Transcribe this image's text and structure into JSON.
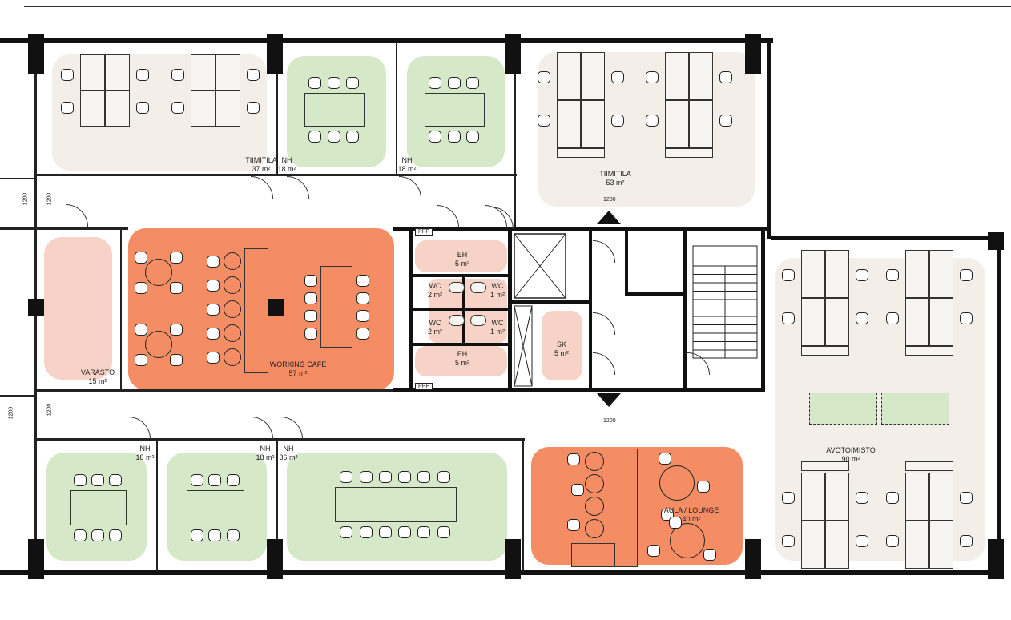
{
  "rooms": {
    "tiimitila_37": {
      "name": "TIIMITILA",
      "area": "37 m²"
    },
    "nh_top_1": {
      "name": "NH",
      "area": "18 m²"
    },
    "nh_top_2": {
      "name": "NH",
      "area": "18 m²"
    },
    "tiimitila_53": {
      "name": "TIIMITILA",
      "area": "53 m²"
    },
    "varasto": {
      "name": "VARASTO",
      "area": "15 m²"
    },
    "working_cafe": {
      "name": "WORKING CAFE",
      "area": "57 m²"
    },
    "eh_top": {
      "name": "EH",
      "area": "5 m²"
    },
    "wc_1": {
      "name": "WC",
      "area": "2 m²"
    },
    "wc_2": {
      "name": "WC",
      "area": "1 m²"
    },
    "wc_3": {
      "name": "WC",
      "area": "2 m²"
    },
    "wc_4": {
      "name": "WC",
      "area": "1 m²"
    },
    "eh_bottom": {
      "name": "EH",
      "area": "5 m²"
    },
    "sk": {
      "name": "SK",
      "area": "5 m²"
    },
    "nh_bottom_1": {
      "name": "NH",
      "area": "18 m²"
    },
    "nh_bottom_2": {
      "name": "NH",
      "area": "18 m²"
    },
    "nh_bottom_3": {
      "name": "NH",
      "area": "36 m²"
    },
    "aula": {
      "name": "AULA / LOUNGE",
      "area": "40 m²"
    },
    "avotoimisto": {
      "name": "AVOTOIMISTO",
      "area": "90 m²"
    }
  },
  "dimensions": {
    "d1": "1200",
    "d2": "1200",
    "d3": "1200",
    "d4": "1200",
    "d5": "1200",
    "d6": "1200"
  },
  "tags": {
    "ppp_top": "PPP",
    "ppp_bottom": "PPP"
  },
  "colors": {
    "team": "#f4eee8",
    "meeting": "#d5e8c8",
    "service": "#f7d2c6",
    "social": "#f58d64"
  }
}
